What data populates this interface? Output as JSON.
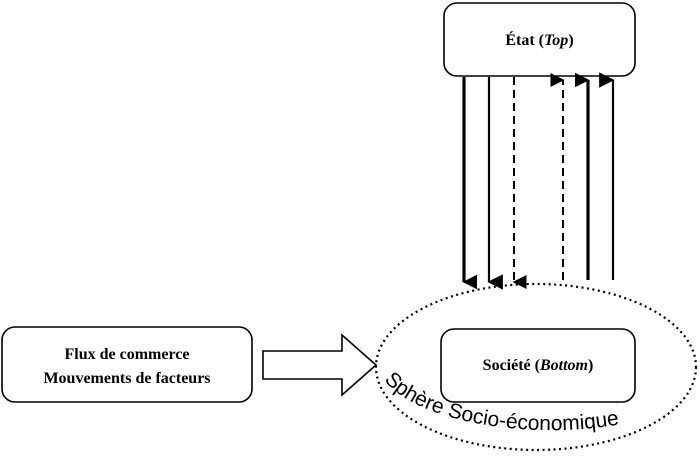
{
  "state_box": {
    "label": "État",
    "label_italic": "Top"
  },
  "society_box": {
    "label": "Société",
    "label_italic": "Bottom"
  },
  "flows_box": {
    "line1": "Flux de commerce",
    "line2": "Mouvements de facteurs"
  },
  "sphere": {
    "label": "Sphère Socio-économique"
  },
  "arrows": {
    "downward": [
      "solid-thick",
      "solid-thick",
      "dashed"
    ],
    "upward": [
      "dashed",
      "solid-thick",
      "solid-thick"
    ]
  },
  "colors": {
    "stroke": "#000000",
    "background": "#ffffff"
  }
}
